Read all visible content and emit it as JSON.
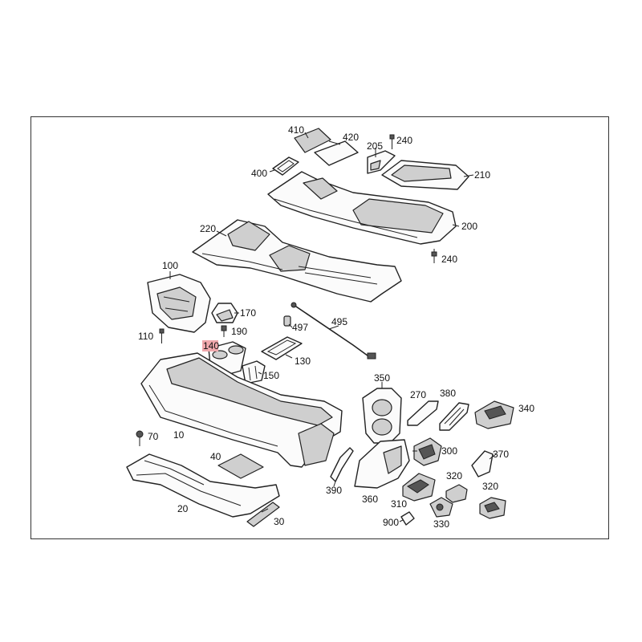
{
  "diagram": {
    "highlight_color": "#f0a8ac",
    "callouts": {
      "c410": "410",
      "c420": "420",
      "c240a": "240",
      "c205": "205",
      "c210": "210",
      "c400": "400",
      "c220": "220",
      "c200": "200",
      "c240b": "240",
      "c100": "100",
      "c170": "170",
      "c497": "497",
      "c495": "495",
      "c110": "110",
      "c190": "190",
      "c140": "140",
      "c130": "130",
      "c150": "150",
      "c350": "350",
      "c270": "270",
      "c380": "380",
      "c340": "340",
      "c70": "70",
      "c10": "10",
      "c300": "300",
      "c370": "370",
      "c40": "40",
      "c390": "390",
      "c320a": "320",
      "c360": "360",
      "c310": "310",
      "c320b": "320",
      "c20": "20",
      "c30": "30",
      "c900": "900",
      "c330": "330"
    }
  }
}
